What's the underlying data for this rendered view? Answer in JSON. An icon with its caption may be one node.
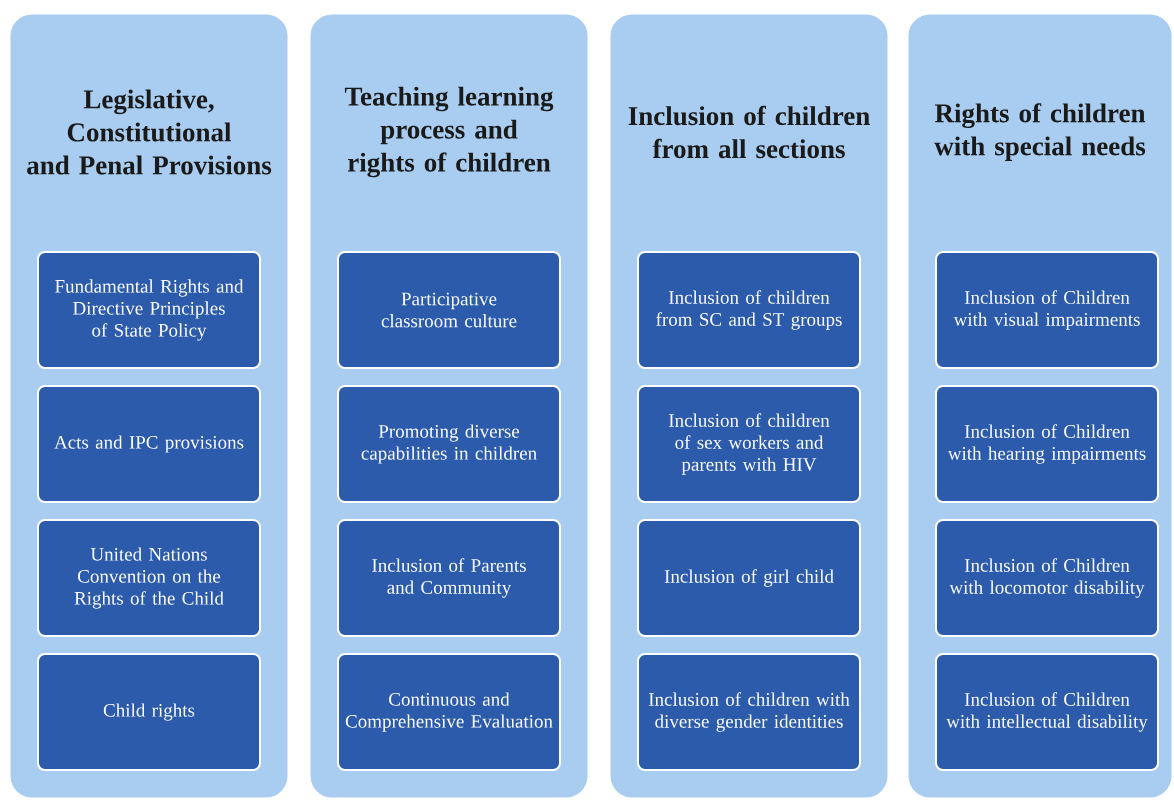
{
  "diagram": {
    "nodes": [
      {
        "text": [
          "Legislative, Constitutional and Penal Provisions"
        ]
      },
      {
        "text": [
          "Fundamental Rights and Directive Principles of State Policy"
        ],
        "in": 0
      },
      {
        "text": [
          "Acts and IPC provisions"
        ],
        "in": 0
      },
      {
        "text": [
          "United Nations Convention on the Rights of the Child"
        ],
        "in": 0
      },
      {
        "text": [
          "Child rights"
        ],
        "in": 0
      },
      {
        "text": [
          "Teaching learning process and rights of children"
        ]
      },
      {
        "text": [
          "Participative classroom culture"
        ],
        "in": 5
      },
      {
        "text": [
          "Promoting diverse capabilities in children"
        ],
        "in": 5
      },
      {
        "text": [
          "Inclusion of Parents and Community"
        ],
        "in": 5
      },
      {
        "text": [
          "Continuous and Comprehensive Evaluation"
        ],
        "in": 5
      },
      {
        "text": [
          "Inclusion of children from all sections"
        ]
      },
      {
        "text": [
          "Inclusion of children from SC and ST groups"
        ],
        "in": 10
      },
      {
        "text": [
          "Inclusion of children of sex workers and parents with HIV"
        ],
        "in": 10
      },
      {
        "text": [
          "Inclusion of girl child"
        ],
        "in": 10
      },
      {
        "text": [
          "Inclusion of children with diverse gender identities"
        ],
        "in": 10
      },
      {
        "text": [
          "Rights of children with special needs"
        ]
      },
      {
        "text": [
          "Inclusion of Children with visual impairments"
        ],
        "in": 15
      },
      {
        "text": [
          "Inclusion of Children with hearing impairments"
        ],
        "in": 15
      },
      {
        "text": [
          "Inclusion of Children with locomotor disability"
        ],
        "in": 15
      },
      {
        "text": [
          "Inclusion of Children with intellectual disability"
        ],
        "in": 15
      }
    ]
  }
}
